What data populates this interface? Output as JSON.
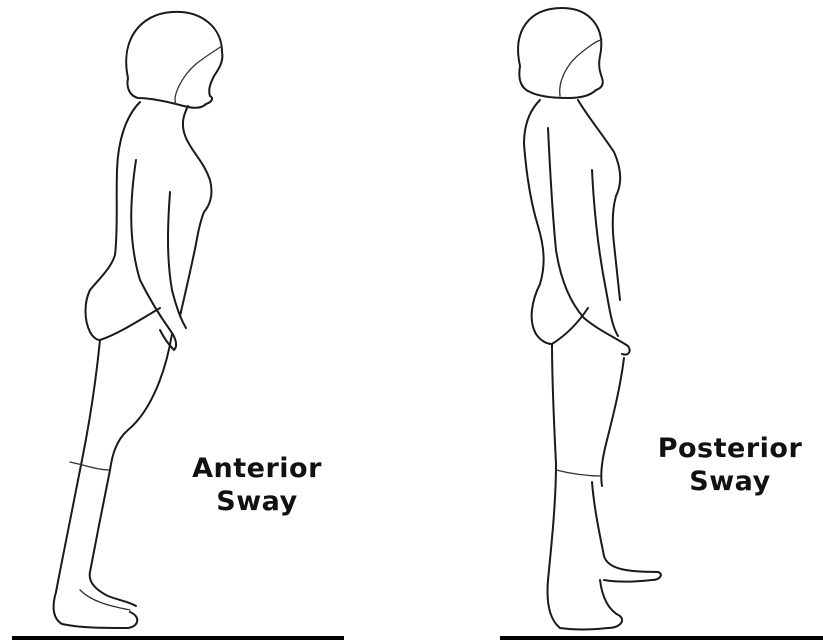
{
  "figures": [
    {
      "label_line1": "Anterior",
      "label_line2": "Sway"
    },
    {
      "label_line1": "Posterior",
      "label_line2": "Sway"
    }
  ],
  "colors": {
    "line": "#1a1a1a",
    "ground": "#000000",
    "background": "#ffffff"
  },
  "icons": [
    "anterior-sway-figure",
    "posterior-sway-figure",
    "ground-line"
  ]
}
